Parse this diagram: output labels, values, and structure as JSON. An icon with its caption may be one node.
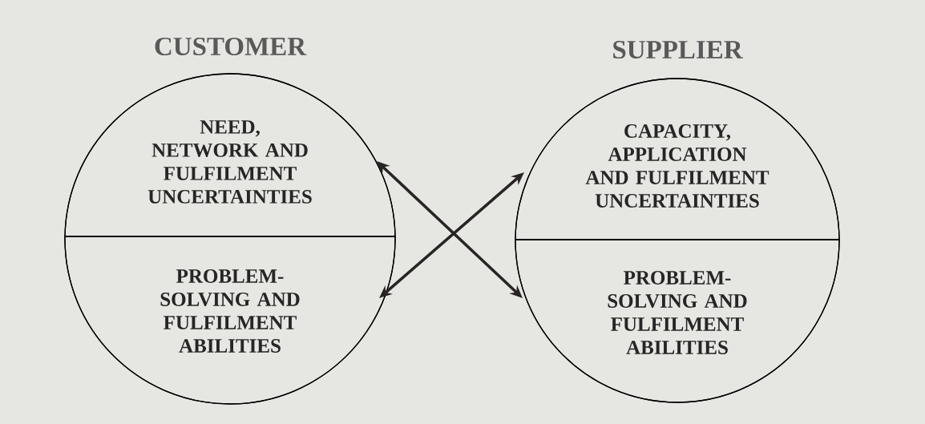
{
  "diagram": {
    "nodes": [
      {
        "text": [
          "CUSTOMER"
        ]
      },
      {
        "text": [
          "NEED, NETWORK AND FULFILMENT UNCERTAINTIES"
        ],
        "in": 0
      },
      {
        "text": [
          "PROBLEM-SOLVING AND FULFILMENT ABILITIES"
        ],
        "in": 0
      },
      {
        "text": [
          "SUPPLIER"
        ]
      },
      {
        "text": [
          "CAPACITY, APPLICATION AND FULFILMENT UNCERTAINTIES"
        ],
        "in": 3
      },
      {
        "text": [
          "PROBLEM-SOLVING AND FULFILMENT ABILITIES"
        ],
        "in": 3
      }
    ],
    "edges": [
      {
        "from": 1,
        "to": 5,
        "arrow": "both"
      },
      {
        "from": 2,
        "to": 4,
        "arrow": "both"
      }
    ]
  }
}
